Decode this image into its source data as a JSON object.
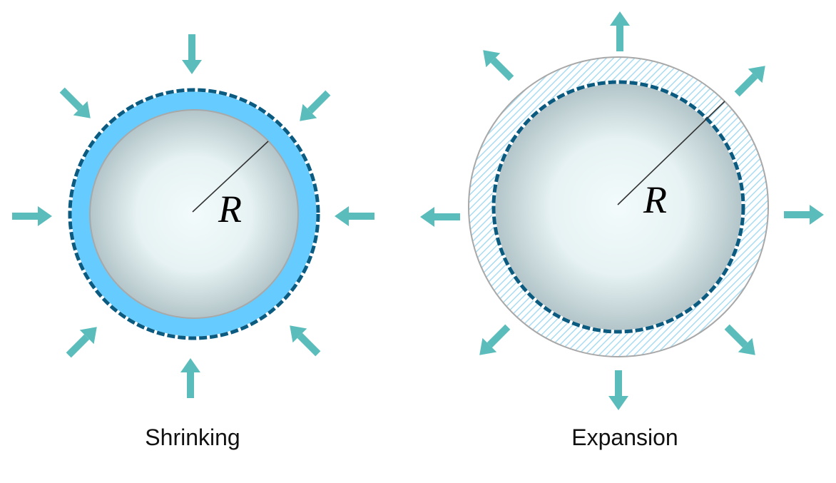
{
  "panels": {
    "shrinking": {
      "caption": "Shrinking",
      "radius_label": "R",
      "arrow_direction": "inward"
    },
    "expansion": {
      "caption": "Expansion",
      "radius_label": "R",
      "arrow_direction": "outward"
    }
  },
  "colors": {
    "arrow": "#5bbdbb",
    "shell_fill": "#66ccff",
    "dashed_boundary": "#0b5a80",
    "hatch": "#a9dcf2",
    "sphere_center": "#f3fbfc",
    "sphere_edge": "#b3c5c9",
    "outline": "#a8a8a8"
  }
}
